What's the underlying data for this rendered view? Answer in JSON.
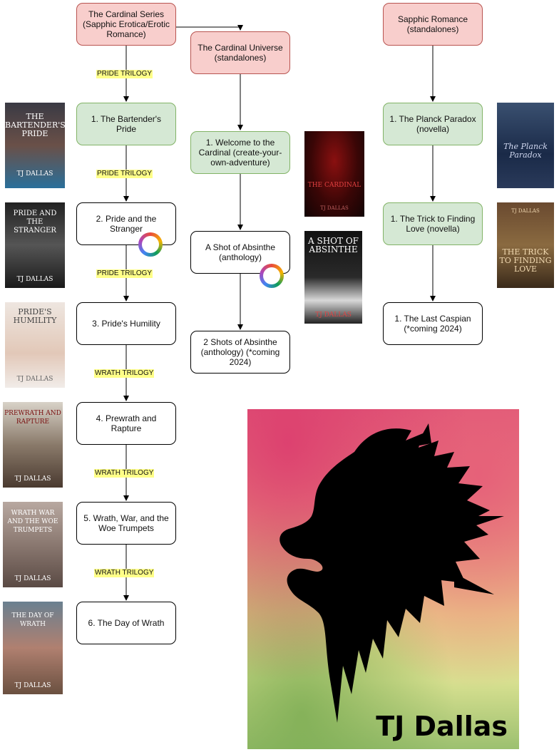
{
  "nodes": {
    "cardinal_series": "The Cardinal Series (Sapphic Erotica/Erotic Romance)",
    "cardinal_universe": "The Cardinal Universe (standalones)",
    "sapphic_romance": "Sapphic Romance (standalones)",
    "bartenders_pride": "1. The Bartender's Pride",
    "pride_stranger": "2. Pride and the Stranger",
    "prides_humility": "3. Pride's Humility",
    "prewrath": "4. Prewrath and Rapture",
    "wrath_war": "5. Wrath, War, and the Woe Trumpets",
    "day_of_wrath": "6. The Day of Wrath",
    "welcome_cardinal": "1. Welcome to the Cardinal (create-your-own-adventure)",
    "shot_absinthe": "A Shot of Absinthe (anthology)",
    "two_shots": "2 Shots of Absinthe (anthology) (*coming 2024)",
    "planck_paradox": "1. The Planck Paradox (novella)",
    "trick_love": "1. The Trick to Finding Love (novella)",
    "last_caspian": "1. The Last Caspian (*coming 2024)"
  },
  "edge_labels": {
    "pride_1": "PRIDE TRILOGY",
    "pride_2": "PRIDE TRILOGY",
    "pride_3": "PRIDE TRILOGY",
    "wrath_1": "WRATH TRILOGY",
    "wrath_2": "WRATH TRILOGY",
    "wrath_3": "WRATH TRILOGY"
  },
  "covers": {
    "bartenders_pride": {
      "title": "THE BARTENDER'S PRIDE",
      "author": "TJ DALLAS"
    },
    "pride_stranger": {
      "title": "PRIDE AND THE STRANGER",
      "author": "TJ DALLAS"
    },
    "prides_humility": {
      "title": "PRIDE'S HUMILITY",
      "author": "TJ DALLAS"
    },
    "prewrath": {
      "title": "PREWRATH AND RAPTURE",
      "author": "TJ DALLAS"
    },
    "wrath_war": {
      "title": "WRATH WAR AND THE WOE TRUMPETS",
      "author": "TJ DALLAS"
    },
    "day_of_wrath": {
      "title": "THE DAY OF WRATH",
      "author": "TJ DALLAS"
    },
    "welcome_cardinal": {
      "title": "THE CARDINAL",
      "author": "TJ DALLAS"
    },
    "shot_absinthe": {
      "title": "A SHOT OF ABSINTHE",
      "author": "TJ DALLAS"
    },
    "planck_paradox": {
      "title": "The Planck Paradox",
      "author": ""
    },
    "trick_love": {
      "title": "THE TRICK TO FINDING LOVE",
      "author": "TJ DALLAS"
    }
  },
  "poster": {
    "title": "TJ Dallas"
  },
  "colors": {
    "red_fill": "#f8cecc",
    "green_fill": "#d5e8d4",
    "label_highlight": "#ffff88"
  }
}
